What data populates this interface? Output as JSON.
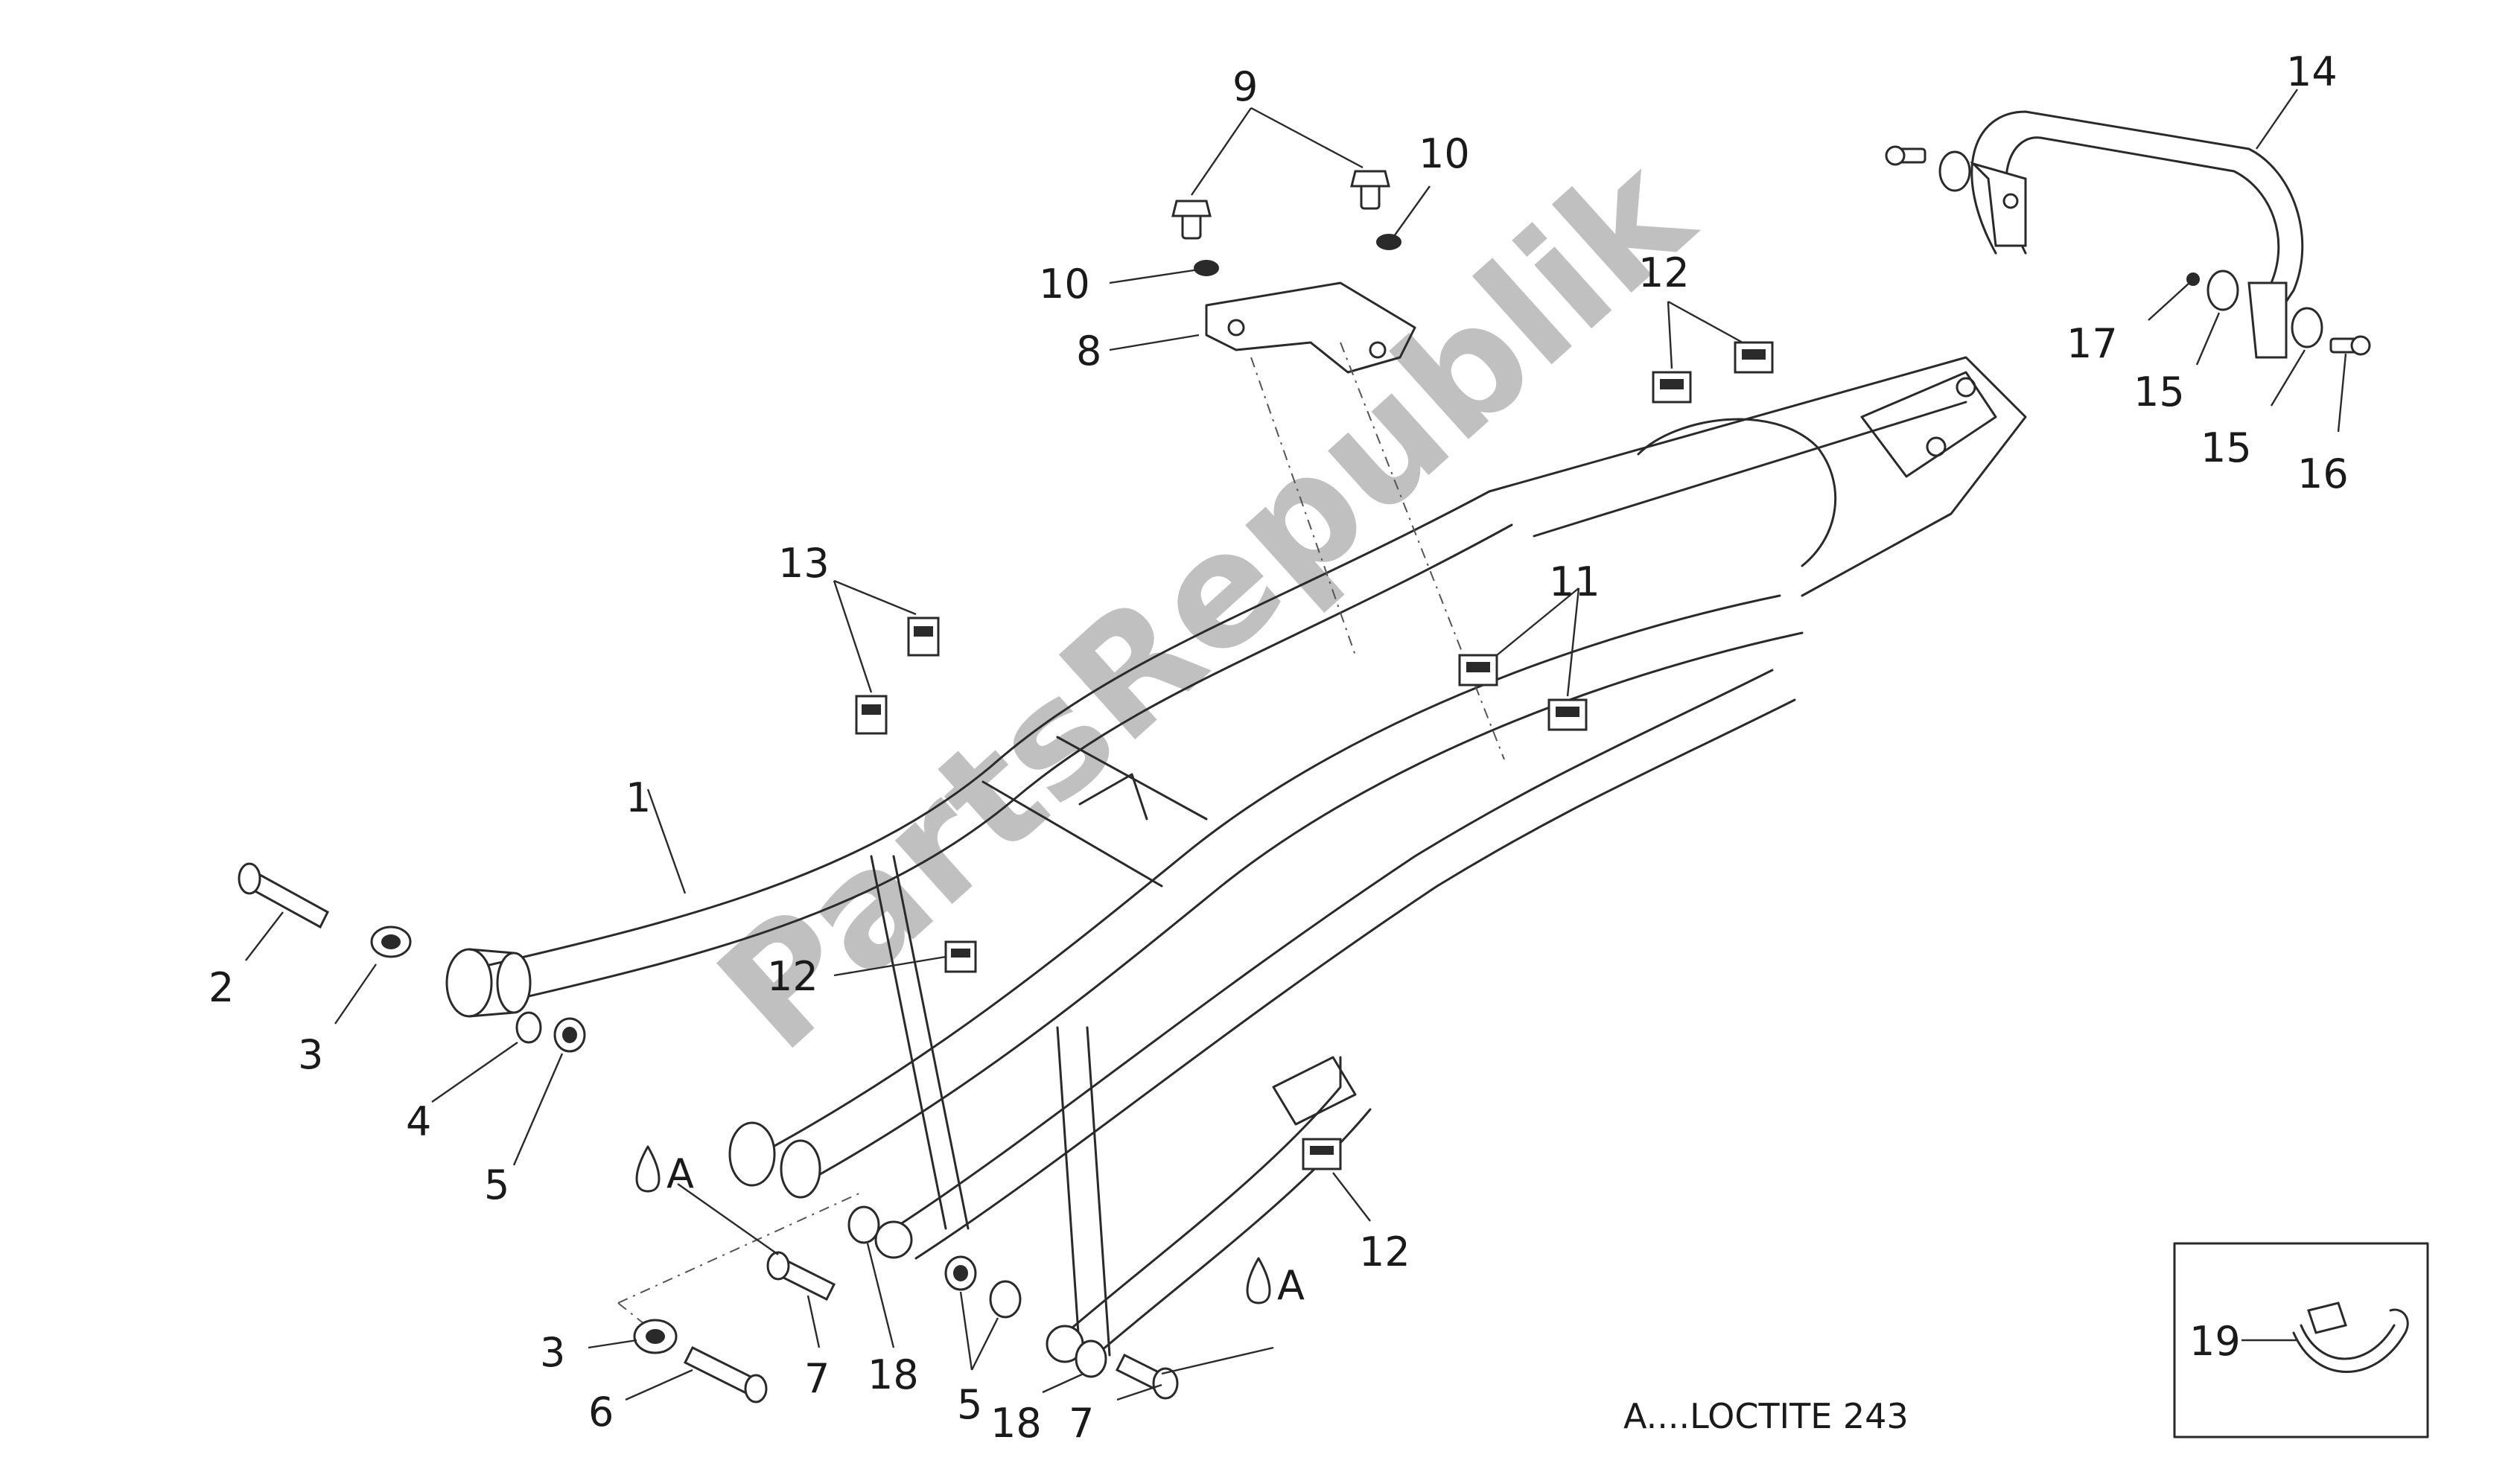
{
  "diagram": {
    "callouts": {
      "c1": "1",
      "c2": "2",
      "c3a": "3",
      "c3b": "3",
      "c4": "4",
      "c5a": "5",
      "c5b": "5",
      "c6": "6",
      "c7a": "7",
      "c7b": "7",
      "c8": "8",
      "c9": "9",
      "c10a": "10",
      "c10b": "10",
      "c11": "11",
      "c12a": "12",
      "c12b": "12",
      "c12c": "12",
      "c13": "13",
      "c14": "14",
      "c15a": "15",
      "c15b": "15",
      "c16": "16",
      "c17": "17",
      "c18a": "18",
      "c18b": "18",
      "c19": "19",
      "ca1": "A",
      "ca2": "A"
    },
    "note": "A....LOCTITE 243",
    "watermark": "PartsRepublik"
  }
}
